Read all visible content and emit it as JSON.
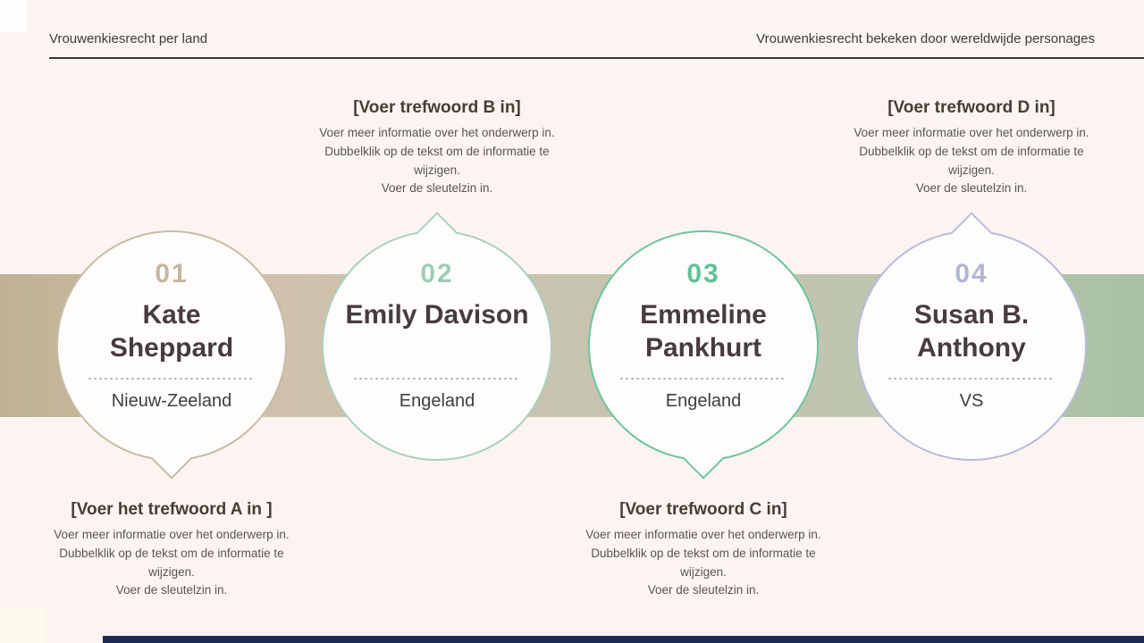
{
  "slide": {
    "header": {
      "left_title": "Vrouwenkiesrecht per land",
      "right_title": "Vrouwenkiesrecht bekeken door wereldwijde personages"
    },
    "steps": [
      {
        "number": "01",
        "name": "Kate Sheppard",
        "country": "Nieuw-Zeeland",
        "accent_color": "#c7bca5",
        "number_color": "#c4b79d"
      },
      {
        "number": "02",
        "name": "Emily Davison",
        "country": "Engeland",
        "accent_color": "#abd0bf",
        "number_color": "#9fccb8"
      },
      {
        "number": "03",
        "name": "Emmeline Pankhurt",
        "country": "Engeland",
        "accent_color": "#6ec59d",
        "number_color": "#5ec295"
      },
      {
        "number": "04",
        "name": "Susan B. Anthony",
        "country": "VS",
        "accent_color": "#b8bcd9",
        "number_color": "#b2b6d5"
      }
    ],
    "notes": {
      "body_lines": [
        "Voer meer informatie over het onderwerp in.",
        "Dubbelklik op de tekst om de informatie te",
        "wijzigen.",
        "Voer de sleutelzin in."
      ],
      "items": [
        {
          "title": "[Voer het trefwoord A in ]"
        },
        {
          "title": "[Voer trefwoord B in]"
        },
        {
          "title": "[Voer trefwoord C in]"
        },
        {
          "title": "[Voer trefwoord D in]"
        }
      ]
    },
    "colors": {
      "background": "#fcf4f0",
      "header_text": "#3c3c3c",
      "header_rule": "#3a3836",
      "name_text": "#473b3e",
      "country_text": "#3d3d44",
      "note_title_text": "#453d36",
      "note_body_text": "#5a544e",
      "dotted_divider": "#a5a0a0",
      "bubble_fill": "#fffdfc",
      "band_gradient_stops": [
        "#bfb294",
        "#cfc1ab",
        "#c6c3ae",
        "#bec5b1",
        "#a8c1a5"
      ],
      "bottom_bar": "#1f2a52"
    }
  }
}
